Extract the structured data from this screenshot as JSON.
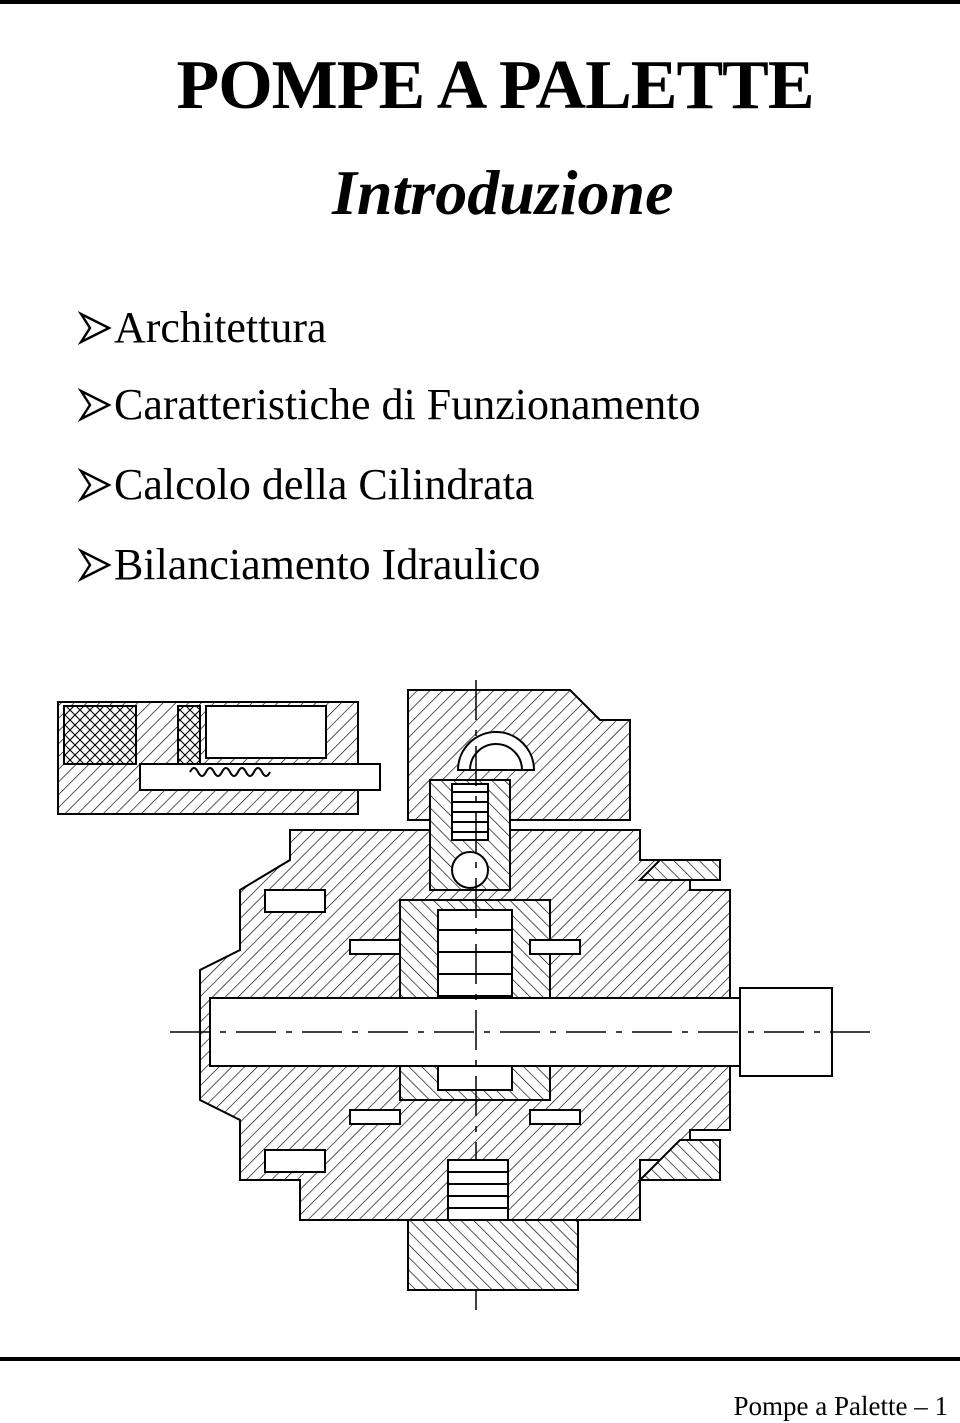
{
  "header": {
    "title": "POMPE A PALETTE",
    "subtitle": "Introduzione"
  },
  "topics": [
    {
      "label": "Architettura"
    },
    {
      "label": "Caratteristiche di Funzionamento"
    },
    {
      "label": "Calcolo della Cilindrata"
    },
    {
      "label": "Bilanciamento Idraulico"
    }
  ],
  "bullet_icon": "right-arrowhead-icon",
  "figure": {
    "icon": "vane-pump-cross-section-drawing"
  },
  "footer": {
    "page_label": "Pompe a Palette – 1"
  }
}
